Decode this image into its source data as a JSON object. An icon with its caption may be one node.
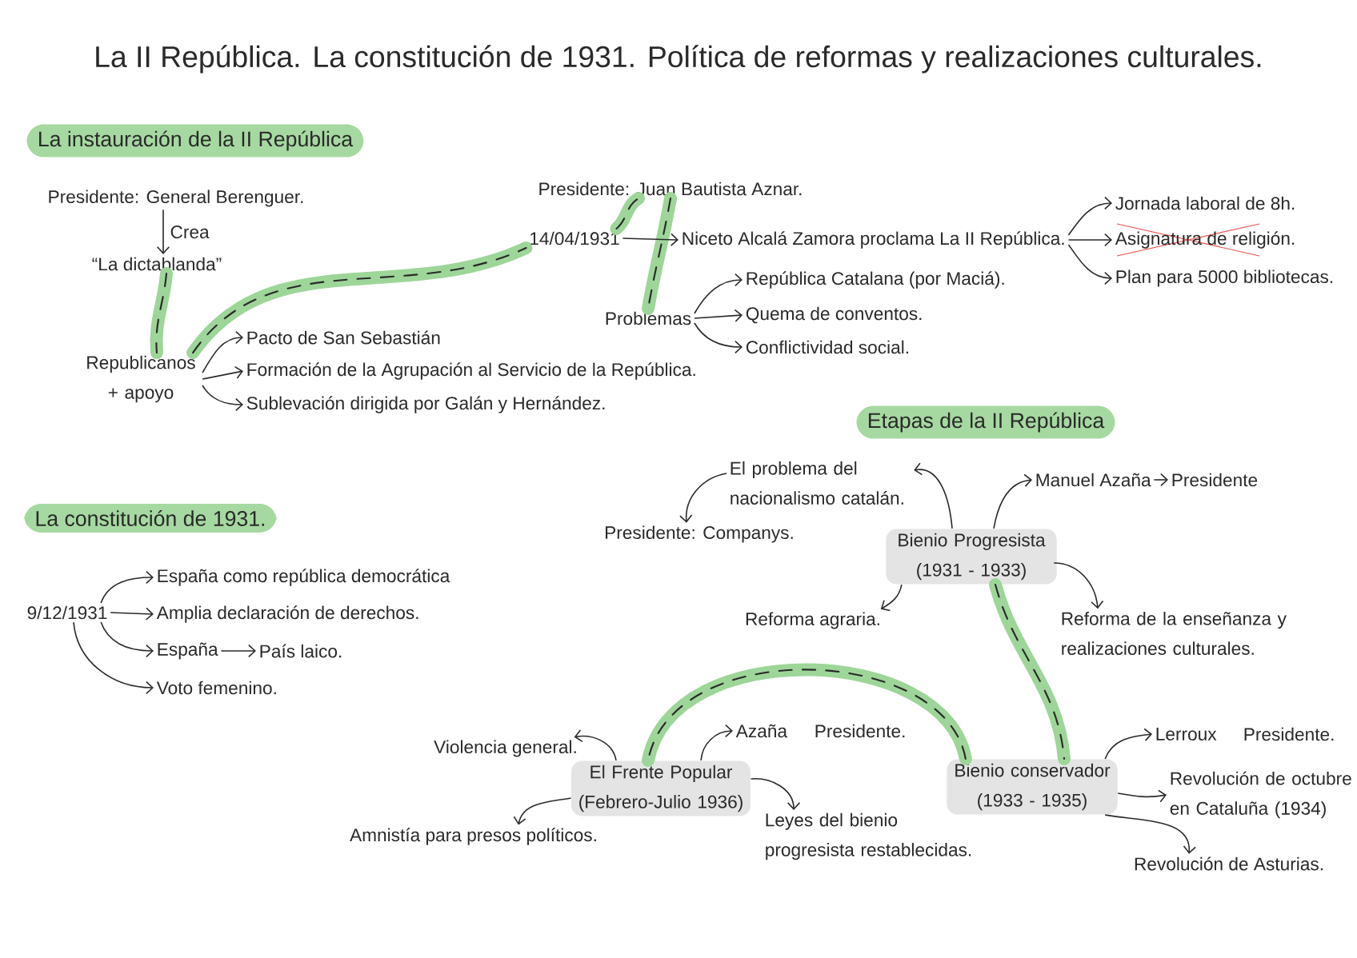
{
  "diagram": {
    "title": "La II República. La constitución de 1931. Política de reformas y realizaciones culturales.",
    "nodes": [
      {
        "text": [
          "La instauración de la II República"
        ]
      },
      {
        "text": [
          "Presidente: General Berenguer."
        ]
      },
      {
        "text": [
          "“La dictablanda”"
        ]
      },
      {
        "text": [
          "Republicanos + apoyo"
        ]
      },
      {
        "text": [
          "Pacto de San Sebastián"
        ]
      },
      {
        "text": [
          "Formación de la Agrupación al Servicio de la República."
        ]
      },
      {
        "text": [
          "Sublevación dirigida por Galán y Hernández."
        ]
      },
      {
        "text": [
          "Presidente: Juan Bautista Aznar."
        ]
      },
      {
        "text": [
          "14/04/1931"
        ]
      },
      {
        "text": [
          "Niceto Alcalá Zamora proclama La II República."
        ]
      },
      {
        "text": [
          "Jornada laboral de 8h."
        ]
      },
      {
        "text": [
          "Asignatura de religión."
        ]
      },
      {
        "text": [
          "Plan para 5000 bibliotecas."
        ]
      },
      {
        "text": [
          "Problemas"
        ]
      },
      {
        "text": [
          "República Catalana (por Maciá)."
        ]
      },
      {
        "text": [
          "Quema de conventos."
        ]
      },
      {
        "text": [
          "Conflictividad social."
        ]
      },
      {
        "text": [
          "La constitución de 1931."
        ]
      },
      {
        "text": [
          "9/12/1931"
        ]
      },
      {
        "text": [
          "España como república democrática"
        ]
      },
      {
        "text": [
          "Amplia declaración de derechos."
        ]
      },
      {
        "text": [
          "España"
        ]
      },
      {
        "text": [
          "País laico."
        ]
      },
      {
        "text": [
          "Voto femenino."
        ]
      },
      {
        "text": [
          "Etapas de la II República"
        ]
      },
      {
        "text": [
          "El problema del nacionalismo catalán."
        ]
      },
      {
        "text": [
          "Presidente: Companys."
        ]
      },
      {
        "text": [
          "Bienio Progresista (1931 - 1933)"
        ]
      },
      {
        "text": [
          "Manuel Azaña"
        ]
      },
      {
        "text": [
          "Presidente"
        ]
      },
      {
        "text": [
          "Reforma agraria."
        ]
      },
      {
        "text": [
          "Reforma de la enseñanza y realizaciones culturales."
        ]
      },
      {
        "text": [
          "Violencia general."
        ]
      },
      {
        "text": [
          "El Frente Popular (Febrero-Julio 1936)"
        ]
      },
      {
        "text": [
          "Azaña"
        ],
        "beside": [
          "Presidente."
        ]
      },
      {
        "text": [
          "Bienio conservador (1933 - 1935)"
        ]
      },
      {
        "text": [
          "Lerroux"
        ],
        "beside": [
          "Presidente."
        ]
      },
      {
        "text": [
          "Amnistía para presos políticos."
        ]
      },
      {
        "text": [
          "Leyes del bienio progresista restablecidas."
        ]
      },
      {
        "text": [
          "Revolución de octubre en Cataluña (1934)"
        ]
      },
      {
        "text": [
          "Revolución de Asturias."
        ]
      }
    ],
    "edges": [
      {
        "from": 1,
        "to": 2,
        "arrow": "to",
        "label": "Crea"
      },
      {
        "from": 2,
        "to": 3,
        "arrow": "none",
        "style": "thick",
        "color": "#9dd698"
      },
      {
        "from": 3,
        "to": 4,
        "arrow": "to"
      },
      {
        "from": 3,
        "to": 5,
        "arrow": "to"
      },
      {
        "from": 3,
        "to": 6,
        "arrow": "to"
      },
      {
        "from": 3,
        "to": 8,
        "arrow": "none",
        "style": "thick",
        "color": "#9dd698"
      },
      {
        "from": 8,
        "to": 7,
        "arrow": "none",
        "style": "thick",
        "color": "#9dd698"
      },
      {
        "from": 7,
        "to": 13,
        "arrow": "none",
        "style": "thick",
        "color": "#9dd698"
      },
      {
        "from": 8,
        "to": 9,
        "arrow": "to"
      },
      {
        "from": 9,
        "to": 10,
        "arrow": "to"
      },
      {
        "from": 9,
        "to": 11,
        "arrow": "to"
      },
      {
        "from": 9,
        "to": 12,
        "arrow": "to"
      },
      {
        "from": 13,
        "to": 14,
        "arrow": "to"
      },
      {
        "from": 13,
        "to": 15,
        "arrow": "to"
      },
      {
        "from": 13,
        "to": 16,
        "arrow": "to"
      },
      {
        "from": 18,
        "to": 19,
        "arrow": "to"
      },
      {
        "from": 18,
        "to": 20,
        "arrow": "to"
      },
      {
        "from": 18,
        "to": 21,
        "arrow": "to"
      },
      {
        "from": 21,
        "to": 22,
        "arrow": "to"
      },
      {
        "from": 18,
        "to": 23,
        "arrow": "to"
      },
      {
        "from": 27,
        "to": 25,
        "arrow": "to"
      },
      {
        "from": 25,
        "to": 26,
        "arrow": "to"
      },
      {
        "from": 27,
        "to": 28,
        "arrow": "to"
      },
      {
        "from": 28,
        "to": 29,
        "arrow": "to"
      },
      {
        "from": 27,
        "to": 30,
        "arrow": "to"
      },
      {
        "from": 27,
        "to": 31,
        "arrow": "to"
      },
      {
        "from": 27,
        "to": 35,
        "arrow": "none",
        "style": "thick",
        "color": "#9dd698"
      },
      {
        "from": 35,
        "to": 33,
        "arrow": "none",
        "style": "thick",
        "color": "#9dd698"
      },
      {
        "from": 33,
        "to": 32,
        "arrow": "to"
      },
      {
        "from": 33,
        "to": 34,
        "arrow": "to"
      },
      {
        "from": 33,
        "to": 37,
        "arrow": "to"
      },
      {
        "from": 33,
        "to": 38,
        "arrow": "to"
      },
      {
        "from": 35,
        "to": 36,
        "arrow": "to"
      },
      {
        "from": 35,
        "to": 39,
        "arrow": "to"
      },
      {
        "from": 35,
        "to": 40,
        "arrow": "to"
      }
    ]
  }
}
